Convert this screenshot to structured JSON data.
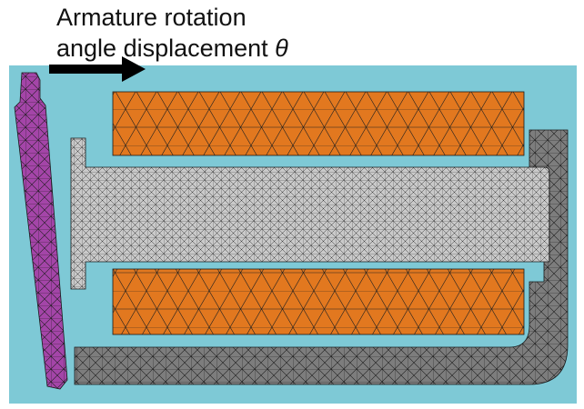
{
  "caption": {
    "line1": "Armature rotation",
    "line2_text": "angle displacement ",
    "line2_symbol": "θ"
  },
  "colors": {
    "background": "#7ec9d6",
    "coil": "#e2781f",
    "core": "#c9c9c9",
    "yoke": "#7d7d7d",
    "armature": "#a445a8",
    "mesh": "#1a1a1a",
    "arrow": "#000000"
  },
  "icons": {
    "direction": "arrow-right-icon"
  }
}
